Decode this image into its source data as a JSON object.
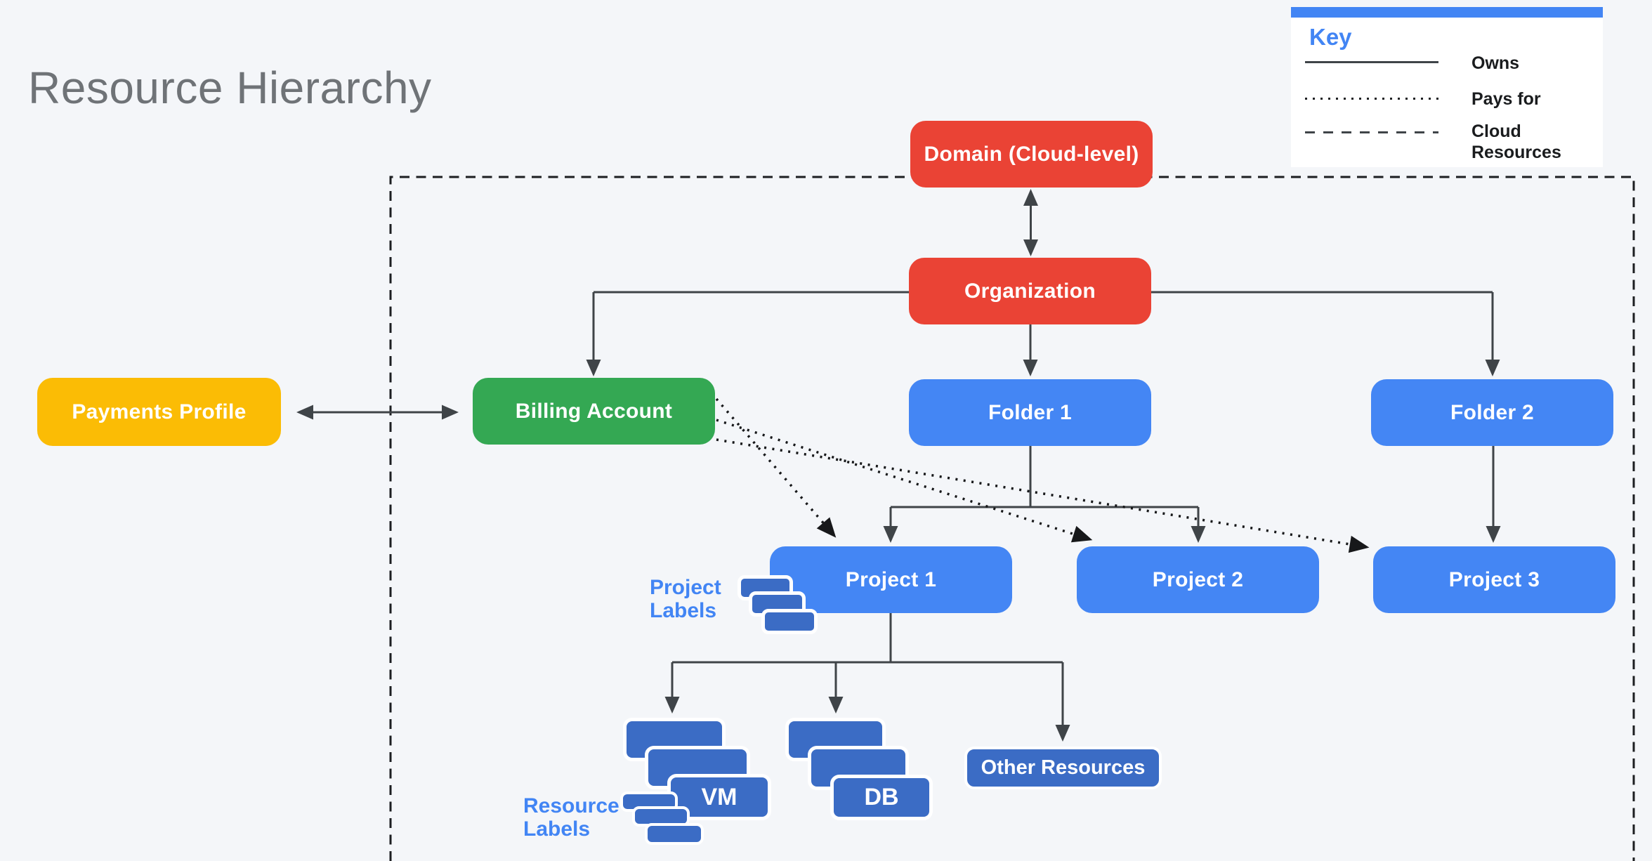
{
  "title": "Resource Hierarchy",
  "legend": {
    "title": "Key",
    "items": [
      {
        "line_style": "solid",
        "label": "Owns"
      },
      {
        "line_style": "dotted",
        "label": "Pays for"
      },
      {
        "line_style": "dashed",
        "label": "Cloud Resources"
      }
    ]
  },
  "nodes": {
    "domain": {
      "label": "Domain (Cloud-level)",
      "color": "#EA4335"
    },
    "organization": {
      "label": "Organization",
      "color": "#EA4335"
    },
    "payments_profile": {
      "label": "Payments Profile",
      "color": "#FBBC05"
    },
    "billing_account": {
      "label": "Billing Account",
      "color": "#34A853"
    },
    "folder1": {
      "label": "Folder 1",
      "color": "#4486F4"
    },
    "folder2": {
      "label": "Folder 2",
      "color": "#4486F4"
    },
    "project1": {
      "label": "Project 1",
      "color": "#4486F4"
    },
    "project2": {
      "label": "Project 2",
      "color": "#4486F4"
    },
    "project3": {
      "label": "Project 3",
      "color": "#4486F4"
    },
    "vm": {
      "label": "VM",
      "color": "#3B6CC5"
    },
    "db": {
      "label": "DB",
      "color": "#3B6CC5"
    },
    "other_resources": {
      "label": "Other Resources",
      "color": "#3B6CC5"
    }
  },
  "annotations": {
    "project_labels": "Project\nLabels",
    "resource_labels": "Resource\nLabels"
  },
  "colors": {
    "background": "#F4F6F9",
    "connector": "#3F4448",
    "boundary_dash": "#1C1E21",
    "accent_blue": "#4285F4"
  }
}
